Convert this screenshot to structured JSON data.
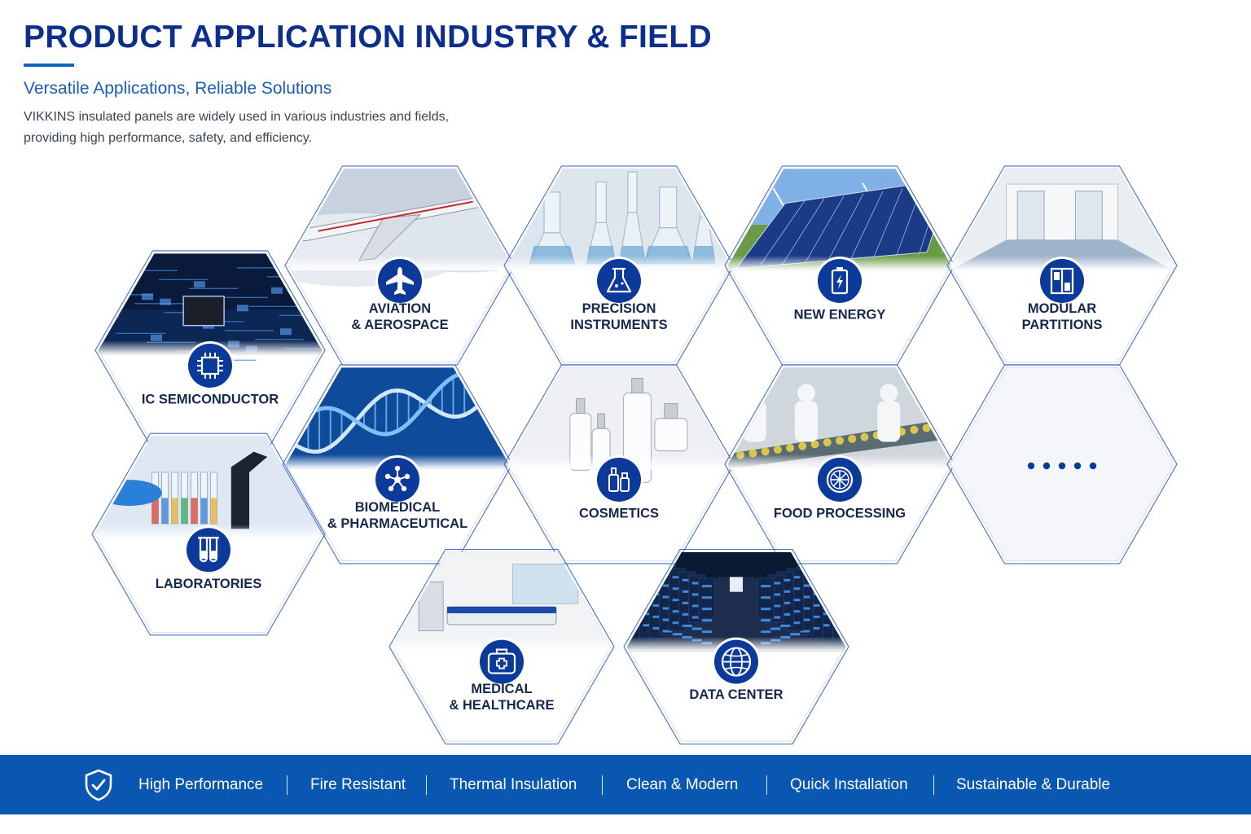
{
  "header": {
    "title": "PRODUCT APPLICATION INDUSTRY & FIELD",
    "subtitle": "Versatile Applications, Reliable Solutions",
    "description_line1": "VIKKINS insulated panels are widely used in various industries and fields,",
    "description_line2": "providing high performance, safety, and efficiency."
  },
  "colors": {
    "primary": "#0d2f8c",
    "accent": "#1463c8",
    "footer": "#0a57b2",
    "hex_border": "#2f5fb8",
    "icon_circle": "#0c3a9a"
  },
  "industries": [
    {
      "id": "ic",
      "lines": [
        "IC SEMICONDUCTOR"
      ],
      "icon": "chip-icon",
      "photo": "circuit-board"
    },
    {
      "id": "aviation",
      "lines": [
        "AVIATION",
        "& AEROSPACE"
      ],
      "icon": "airplane-icon",
      "photo": "airliner"
    },
    {
      "id": "precision",
      "lines": [
        "PRECISION",
        "INSTRUMENTS"
      ],
      "icon": "flask-icon",
      "photo": "lab-glassware"
    },
    {
      "id": "energy",
      "lines": [
        "NEW ENERGY"
      ],
      "icon": "battery-icon",
      "photo": "solar-wind"
    },
    {
      "id": "modular",
      "lines": [
        "MODULAR",
        "PARTITIONS"
      ],
      "icon": "partition-icon",
      "photo": "cleanroom"
    },
    {
      "id": "biomed",
      "lines": [
        "BIOMEDICAL",
        "& PHARMACEUTICAL"
      ],
      "icon": "molecule-icon",
      "photo": "dna"
    },
    {
      "id": "cosmetics",
      "lines": [
        "COSMETICS"
      ],
      "icon": "bottles-icon",
      "photo": "cosmetic-bottles"
    },
    {
      "id": "food",
      "lines": [
        "FOOD PROCESSING"
      ],
      "icon": "citrus-icon",
      "photo": "food-line"
    },
    {
      "id": "more",
      "lines": [],
      "icon": "more-dots-icon",
      "photo": "none"
    },
    {
      "id": "labs",
      "lines": [
        "LABORATORIES"
      ],
      "icon": "test-tubes-icon",
      "photo": "microscope"
    },
    {
      "id": "medical",
      "lines": [
        "MEDICAL",
        "& HEALTHCARE"
      ],
      "icon": "medical-kit-icon",
      "photo": "hospital-room"
    },
    {
      "id": "datacenter",
      "lines": [
        "DATA CENTER"
      ],
      "icon": "globe-icon",
      "photo": "server-aisle"
    }
  ],
  "footer": {
    "icon": "shield-check-icon",
    "items": [
      "High Performance",
      "Fire Resistant",
      "Thermal Insulation",
      "Clean & Modern",
      "Quick Installation",
      "Sustainable & Durable"
    ]
  }
}
